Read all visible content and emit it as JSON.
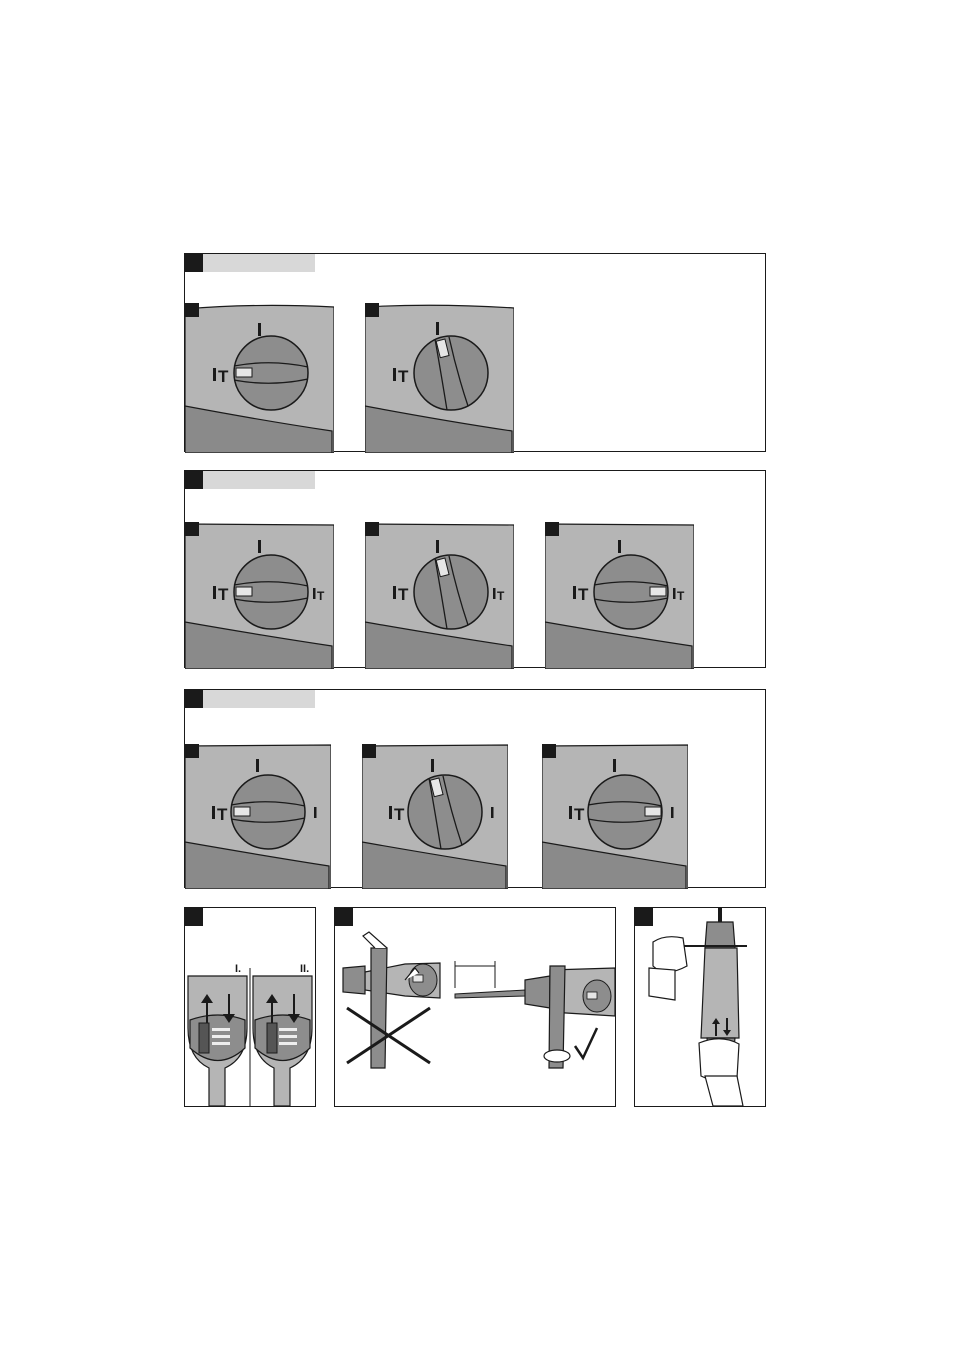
{
  "dial_symbols": {
    "drill": "drill-icon",
    "hammer_drill": "hammer-drill-icon",
    "chisel": "chisel-icon"
  },
  "labels": {
    "left_symbol": "T",
    "right_symbol": "T"
  },
  "steps": {
    "step_one": "I.",
    "step_two": "II."
  },
  "colors": {
    "housing": "#b5b5b5",
    "housing_dark": "#888888",
    "knob": "#8d8d8d",
    "outline": "#1a1a1a",
    "tag": "#d8d8d8"
  }
}
